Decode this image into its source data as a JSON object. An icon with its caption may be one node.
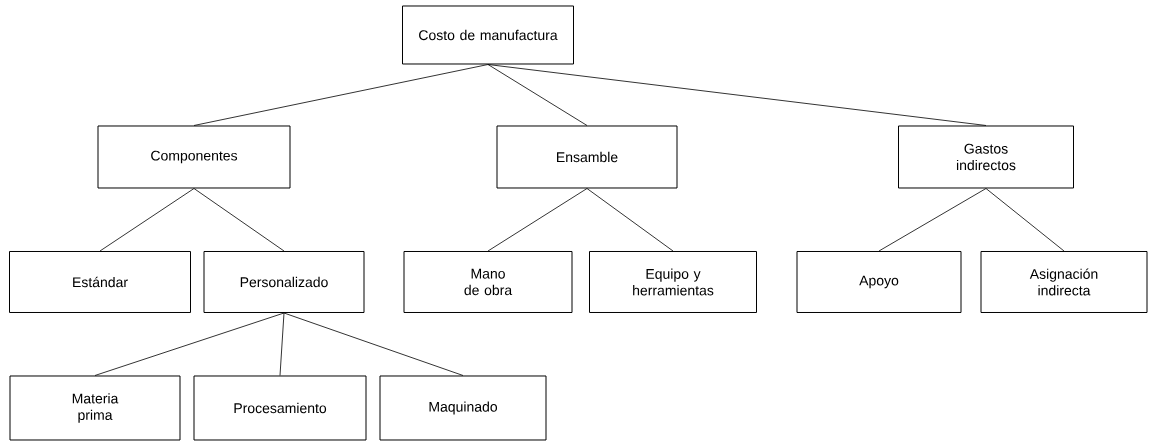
{
  "diagram": {
    "nodes": [
      {
        "text": [
          "Costo de manufactura"
        ]
      },
      {
        "text": [
          "Componentes"
        ]
      },
      {
        "text": [
          "Ensamble"
        ]
      },
      {
        "text": [
          "Gastos indirectos"
        ]
      },
      {
        "text": [
          "Estándar"
        ]
      },
      {
        "text": [
          "Personalizado"
        ]
      },
      {
        "text": [
          "Mano de obra"
        ]
      },
      {
        "text": [
          "Equipo y herramientas"
        ]
      },
      {
        "text": [
          "Apoyo"
        ]
      },
      {
        "text": [
          "Asignación indirecta"
        ]
      },
      {
        "text": [
          "Materia prima"
        ]
      },
      {
        "text": [
          "Procesamiento"
        ]
      },
      {
        "text": [
          "Maquinado"
        ]
      }
    ],
    "edges": [
      {
        "from": 0,
        "to": 1,
        "arrow": "none"
      },
      {
        "from": 0,
        "to": 2,
        "arrow": "none"
      },
      {
        "from": 0,
        "to": 3,
        "arrow": "none"
      },
      {
        "from": 1,
        "to": 4,
        "arrow": "none"
      },
      {
        "from": 1,
        "to": 5,
        "arrow": "none"
      },
      {
        "from": 2,
        "to": 6,
        "arrow": "none"
      },
      {
        "from": 2,
        "to": 7,
        "arrow": "none"
      },
      {
        "from": 3,
        "to": 8,
        "arrow": "none"
      },
      {
        "from": 3,
        "to": 9,
        "arrow": "none"
      },
      {
        "from": 5,
        "to": 10,
        "arrow": "none"
      },
      {
        "from": 5,
        "to": 11,
        "arrow": "none"
      },
      {
        "from": 5,
        "to": 12,
        "arrow": "none"
      }
    ]
  }
}
